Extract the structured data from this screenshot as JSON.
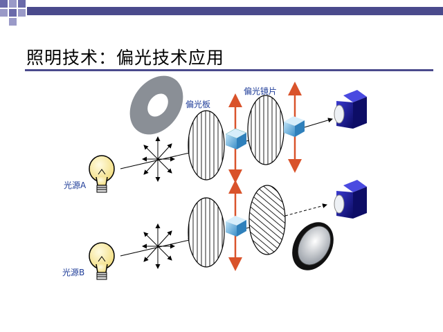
{
  "slide": {
    "title": "照明技术：偏光技术应用"
  },
  "diagram": {
    "labels": {
      "polarizer_plate": "偏光板",
      "polarizing_lens": "偏光镜片",
      "source_a": "光源A",
      "source_b": "光源B"
    }
  },
  "colors": {
    "header_squares": "#5a5a9a",
    "header_bar": "#4a4a8c",
    "arrow": "#d9532b",
    "label": "#1f3d99",
    "camera": "#1a1a8c",
    "bulb_glass": "#f5e9a8"
  }
}
